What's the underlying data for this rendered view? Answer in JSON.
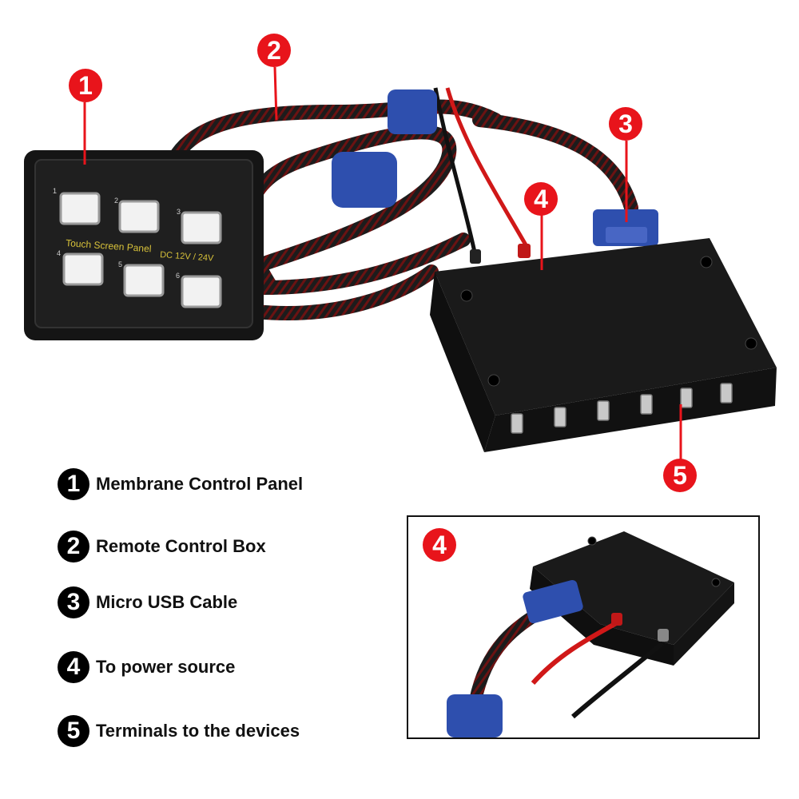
{
  "panel": {
    "title_text": "Touch Screen Panel",
    "voltage_text": "DC 12V / 24V",
    "button_numbers": [
      "1",
      "2",
      "3",
      "4",
      "5",
      "6"
    ]
  },
  "callouts": [
    "1",
    "2",
    "3",
    "4",
    "5"
  ],
  "legend": [
    {
      "number": "1",
      "label": "Membrane Control Panel"
    },
    {
      "number": "2",
      "label": "Remote Control Box"
    },
    {
      "number": "3",
      "label": "Micro USB Cable"
    },
    {
      "number": "4",
      "label": "To power source"
    },
    {
      "number": "5",
      "label": "Terminals to the devices"
    }
  ],
  "inset": {
    "callout": "4"
  },
  "colors": {
    "callout_red": "#e8141b",
    "legend_black": "#000000",
    "connector_blue": "#2e4fae",
    "panel_text_yellow": "#d8c23a"
  }
}
